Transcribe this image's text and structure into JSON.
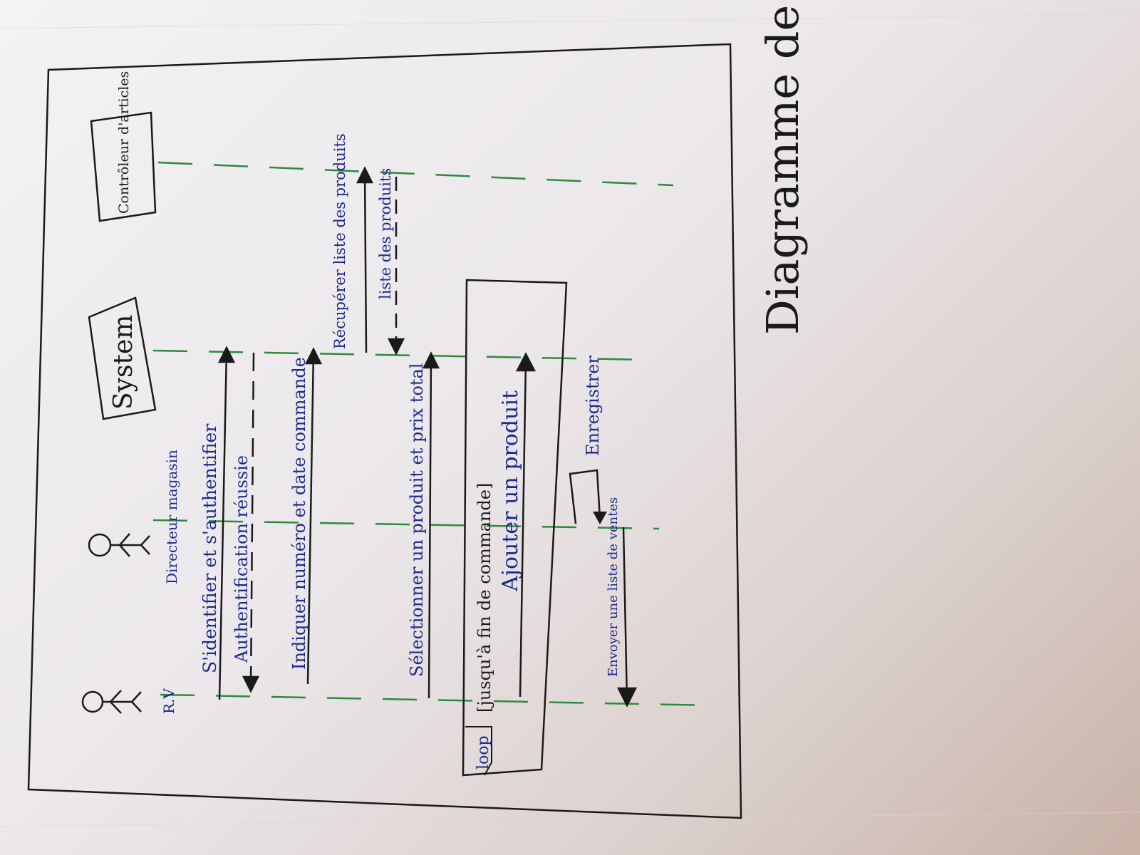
{
  "title": "Diagramme de Séquence",
  "lifelines": [
    {
      "label": "R.V",
      "kind": "actor"
    },
    {
      "label": "Directeur magasin",
      "kind": "actor"
    },
    {
      "label": "System",
      "kind": "object"
    },
    {
      "label": "Contrôleur d'articles",
      "kind": "object"
    }
  ],
  "messages": [
    {
      "label": "S'identifier et s'authentifier"
    },
    {
      "label": "Authentification réussie"
    },
    {
      "label": "Indiquer numéro et date commande"
    },
    {
      "label": "Récupérer liste des produits"
    },
    {
      "label": "liste des produits"
    },
    {
      "label": "Sélectionner un produit et prix total"
    },
    {
      "label": "Ajouter un produit"
    },
    {
      "label": "Enregistrer"
    },
    {
      "label": "Envoyer une liste de ventes"
    }
  ],
  "loop": {
    "tag": "loop",
    "guard": "[jusqu'à fin de commande]"
  },
  "colors": {
    "ink_blue": "#1c2a8c",
    "ink_black": "#1a1a1a",
    "lifeline_green": "#2e8a3c"
  }
}
